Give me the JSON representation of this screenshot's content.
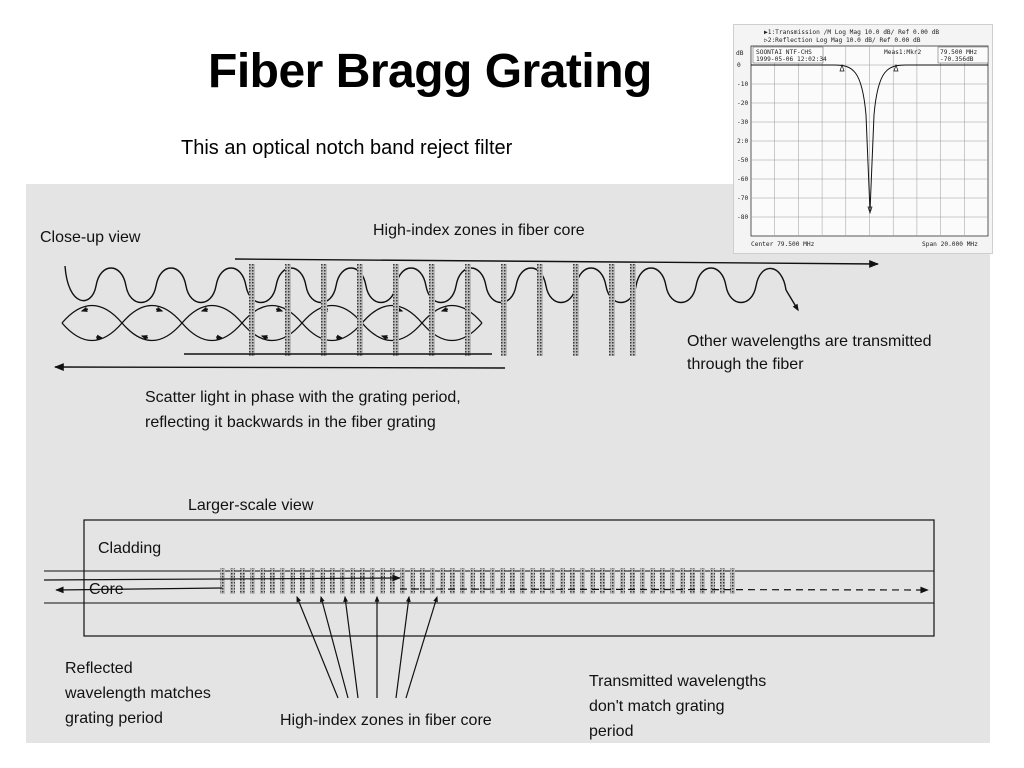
{
  "slide": {
    "title": "Fiber Bragg Grating",
    "subtitle": "This an optical notch band reject filter"
  },
  "closeup": {
    "label": "Close-up view",
    "zones_label": "High-index zones in fiber core",
    "transmitted_line1": "Other wavelengths are transmitted",
    "transmitted_line2": "through the fiber",
    "scatter_line1": "Scatter light in phase with the grating period,",
    "scatter_line2": "reflecting it backwards in the fiber grating"
  },
  "largescale": {
    "label": "Larger-scale view",
    "cladding": "Cladding",
    "core": "Core",
    "reflected_line1": "Reflected",
    "reflected_line2": "wavelength matches",
    "reflected_line3": "grating period",
    "zones_label": "High-index zones in fiber core",
    "transmitted_line1": "Transmitted wavelengths",
    "transmitted_line2": "don't match grating",
    "transmitted_line3": "period"
  },
  "analyzer": {
    "header1": "▶1:Transmission /M Log Mag  10.0 dB/ Ref   0.00 dB",
    "header2": "▷2:Reflection      Log Mag  10.0 dB/ Ref   0.00 dB",
    "unit": "dB",
    "info1": "SOONTAI NTF-CHS",
    "info2": "1999-05-06  12:02:34",
    "marker_label": "Meas1:Mkr2",
    "marker_freq": "79.500 MHz",
    "marker_value": "-70.356dB",
    "center": "Center 79.500 MHz",
    "span": "Span 20.000 MHz",
    "y_ticks": [
      "0",
      "-10",
      "-20",
      "-30",
      "2:0",
      "-50",
      "-60",
      "-70",
      "-80"
    ]
  }
}
